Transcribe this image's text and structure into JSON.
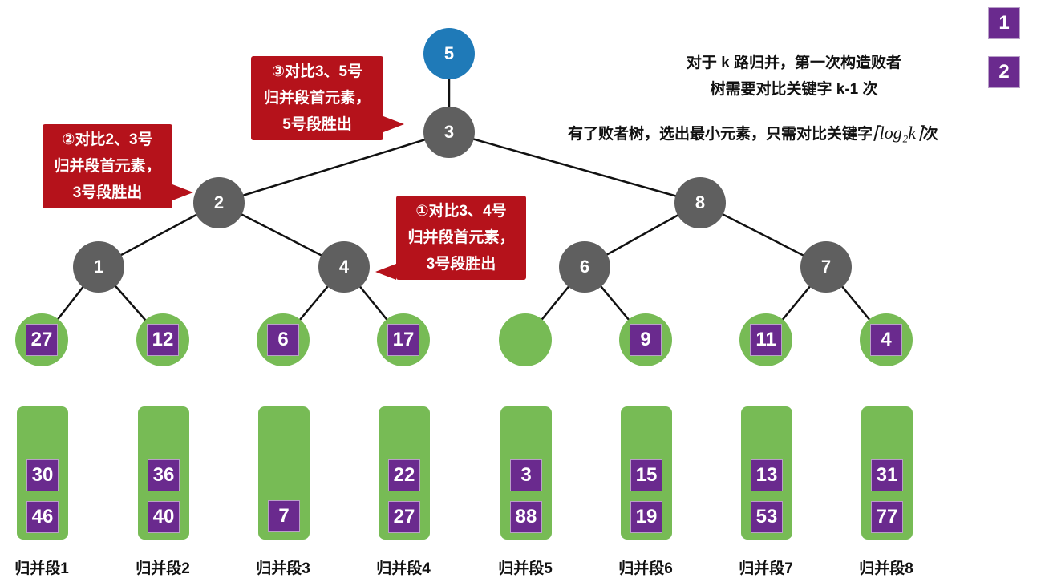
{
  "notes": {
    "line1": "对于 k 路归并，第一次构造败者",
    "line2": "树需要对比关键字 k-1 次",
    "line3_pre": "有了败者树，选出最小元素，只需对比关键字",
    "line3_formula": "⌈log₂k⌉",
    "line3_post": "次"
  },
  "badges": [
    "1",
    "2"
  ],
  "tree": {
    "root": "5",
    "internal": [
      "3",
      "2",
      "8",
      "1",
      "4",
      "6",
      "7"
    ]
  },
  "leaves": [
    "27",
    "12",
    "6",
    "17",
    "",
    "9",
    "11",
    "4"
  ],
  "segments": [
    {
      "label": "归并段1",
      "values": [
        "30",
        "46"
      ]
    },
    {
      "label": "归并段2",
      "values": [
        "36",
        "40"
      ]
    },
    {
      "label": "归并段3",
      "values": [
        "7"
      ]
    },
    {
      "label": "归并段4",
      "values": [
        "22",
        "27"
      ]
    },
    {
      "label": "归并段5",
      "values": [
        "3",
        "88"
      ]
    },
    {
      "label": "归并段6",
      "values": [
        "15",
        "19"
      ]
    },
    {
      "label": "归并段7",
      "values": [
        "13",
        "53"
      ]
    },
    {
      "label": "归并段8",
      "values": [
        "31",
        "77"
      ]
    }
  ],
  "callouts": [
    {
      "line1": "③对比3、5号",
      "line2": "归并段首元素，",
      "line3": "5号段胜出"
    },
    {
      "line1": "②对比2、3号",
      "line2": "归并段首元素，",
      "line3": "3号段胜出"
    },
    {
      "line1": "①对比3、4号",
      "line2": "归并段首元素，",
      "line3": "3号段胜出"
    }
  ],
  "colors": {
    "internal": "#5f5f5f",
    "root": "#1f7ab8",
    "leaf": "#77bb55",
    "key": "#6a2a8e",
    "callout": "#b5121b"
  }
}
